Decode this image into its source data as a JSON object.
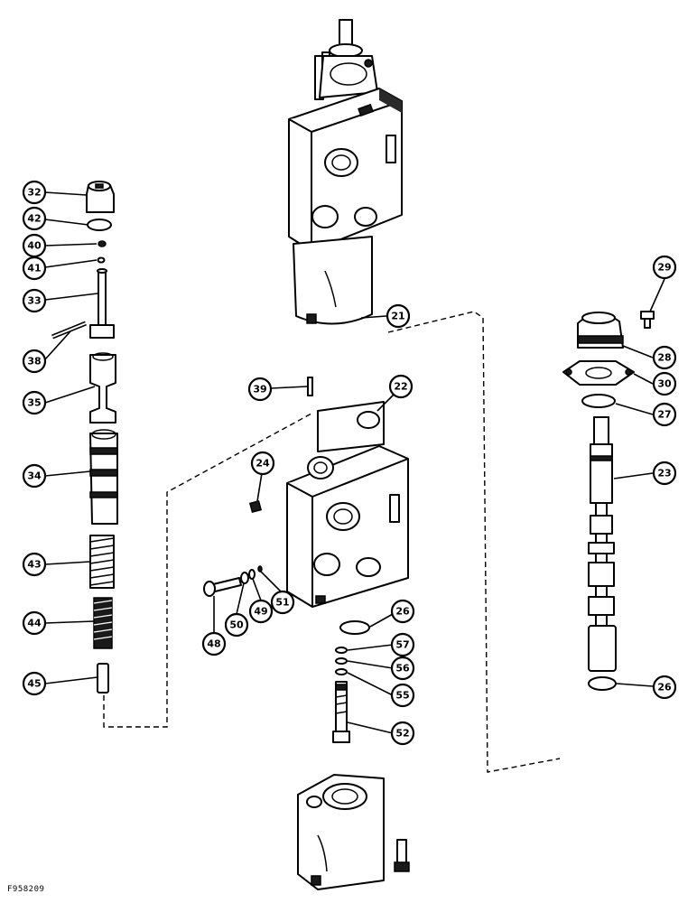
{
  "figure_id": "F958209",
  "callouts": [
    {
      "label": "21"
    },
    {
      "label": "22"
    },
    {
      "label": "23"
    },
    {
      "label": "24"
    },
    {
      "label": "26"
    },
    {
      "label": "26"
    },
    {
      "label": "27"
    },
    {
      "label": "28"
    },
    {
      "label": "29"
    },
    {
      "label": "30"
    },
    {
      "label": "32"
    },
    {
      "label": "33"
    },
    {
      "label": "34"
    },
    {
      "label": "35"
    },
    {
      "label": "38"
    },
    {
      "label": "39"
    },
    {
      "label": "40"
    },
    {
      "label": "41"
    },
    {
      "label": "42"
    },
    {
      "label": "43"
    },
    {
      "label": "44"
    },
    {
      "label": "45"
    },
    {
      "label": "48"
    },
    {
      "label": "49"
    },
    {
      "label": "50"
    },
    {
      "label": "51"
    },
    {
      "label": "52"
    },
    {
      "label": "55"
    },
    {
      "label": "56"
    },
    {
      "label": "57"
    }
  ]
}
